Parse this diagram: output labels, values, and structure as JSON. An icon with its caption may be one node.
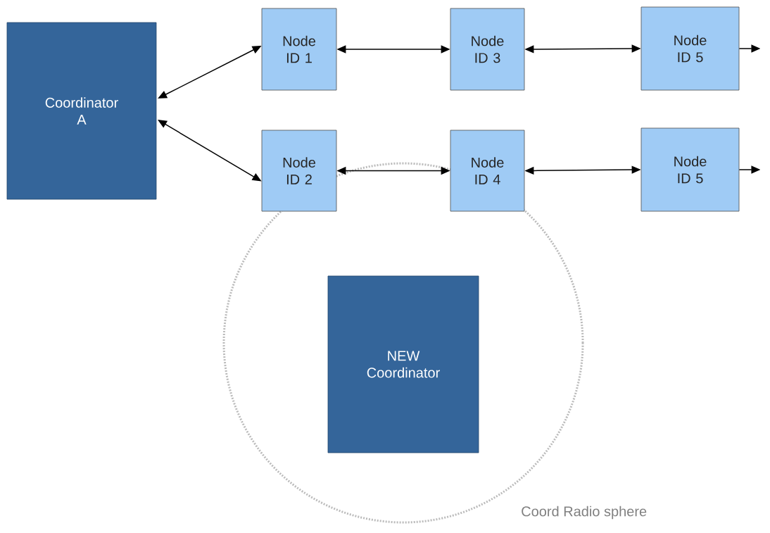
{
  "diagram": {
    "nodes": [
      {
        "text": [
          "Coordinator A"
        ]
      },
      {
        "text": [
          "Node ID 1"
        ]
      },
      {
        "text": [
          "Node ID 3"
        ]
      },
      {
        "text": [
          "Node ID 5"
        ]
      },
      {
        "text": [
          "Node ID 2"
        ]
      },
      {
        "text": [
          "Node ID 4"
        ]
      },
      {
        "text": [
          "Node ID 5"
        ]
      },
      {
        "text": [],
        "shape": "circle",
        "beside": [
          "Coord Radio sphere"
        ]
      },
      {
        "text": [
          "NEW Coordinator"
        ],
        "in": 7
      }
    ],
    "edges": [
      {
        "from": 0,
        "to": 1,
        "arrow": "both"
      },
      {
        "from": 0,
        "to": 4,
        "arrow": "both"
      },
      {
        "from": 1,
        "to": 2,
        "arrow": "both"
      },
      {
        "from": 2,
        "to": 3,
        "arrow": "both"
      },
      {
        "from": 4,
        "to": 5,
        "arrow": "both"
      },
      {
        "from": 5,
        "to": 6,
        "arrow": "both"
      },
      {
        "from": 3,
        "to": null,
        "arrow": "to"
      },
      {
        "from": 6,
        "to": null,
        "arrow": "to"
      }
    ]
  }
}
